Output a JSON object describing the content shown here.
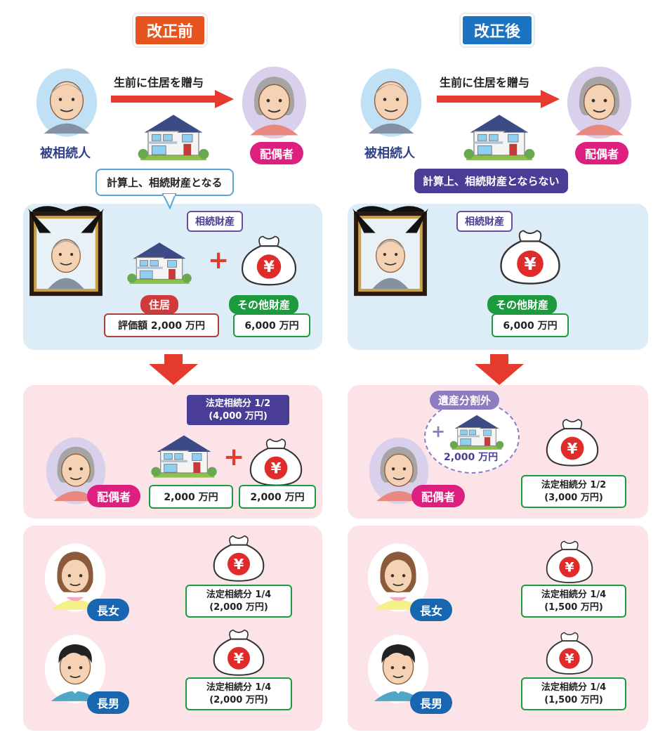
{
  "before": {
    "title": "改正前",
    "gift_label": "生前に住居を贈与",
    "decedent": "被相続人",
    "spouse": "配偶者",
    "callout": "計算上、相続財産となる",
    "estate_tag": "相続財産",
    "house_head": "住居",
    "house_value": "評価額 2,000 万円",
    "other_head": "その他財産",
    "other_value": "6,000 万円",
    "spouse_share": [
      "法定相続分 1/2",
      "(4,000 万円)"
    ],
    "spouse_house_amount": "2,000 万円",
    "spouse_money_amount": "2,000 万円",
    "daughter": "長女",
    "daughter_share": [
      "法定相続分 1/4",
      "(2,000 万円)"
    ],
    "son": "長男",
    "son_share": [
      "法定相続分 1/4",
      "(2,000 万円)"
    ]
  },
  "after": {
    "title": "改正後",
    "gift_label": "生前に住居を贈与",
    "decedent": "被相続人",
    "spouse": "配偶者",
    "callout": "計算上、相続財産とならない",
    "estate_tag": "相続財産",
    "other_head": "その他財産",
    "other_value": "6,000 万円",
    "excluded_tag": "遺産分割外",
    "excluded_amount": "2,000 万円",
    "spouse_share": [
      "法定相続分 1/2",
      "(3,000 万円)"
    ],
    "daughter": "長女",
    "daughter_share": [
      "法定相続分 1/4",
      "(1,500 万円)"
    ],
    "son": "長男",
    "son_share": [
      "法定相続分 1/4",
      "(1,500 万円)"
    ]
  },
  "colors": {
    "before_title": "#e8541e",
    "after_title": "#1b73c2",
    "arrow_red": "#e53b2f",
    "panel_blue": "#dcedf8",
    "panel_pink": "#fbe3e7"
  },
  "icons": [
    "elderly-man-icon",
    "elderly-woman-icon",
    "house-icon",
    "money-bag-icon",
    "memorial-portrait-icon",
    "daughter-icon",
    "son-icon"
  ]
}
